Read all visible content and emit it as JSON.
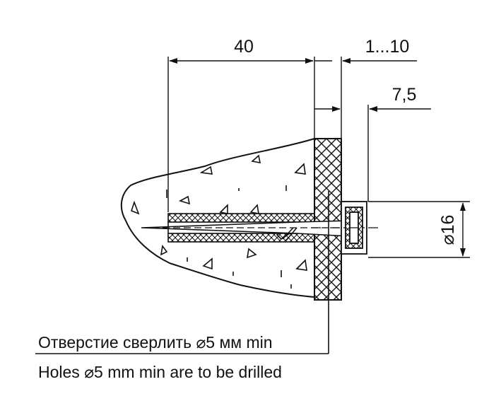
{
  "dimensions": {
    "depth": "40",
    "panel_thickness": "1...10",
    "head_depth": "7,5",
    "diameter": "⌀16"
  },
  "notes": {
    "ru": "Отверстие сверлить ⌀5 мм min",
    "en": "Holes ⌀5 mm min are to be drilled"
  },
  "colors": {
    "ink": "#111111",
    "background": "#ffffff"
  }
}
